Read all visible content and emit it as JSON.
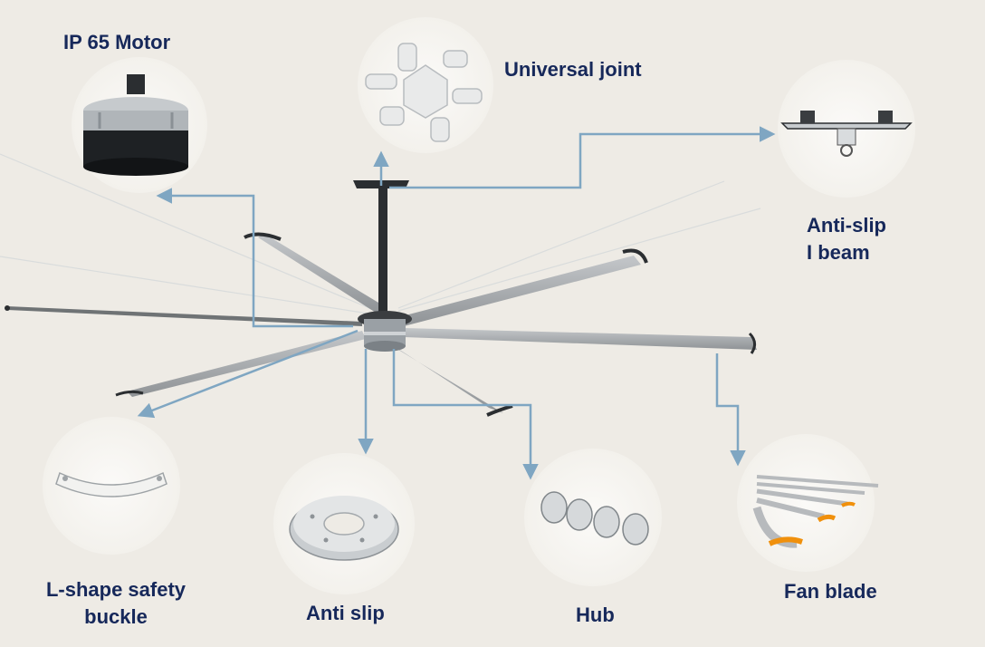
{
  "labels": {
    "motor": "IP 65 Motor",
    "universal_joint": "Universal joint",
    "i_beam_line1": "Anti-slip",
    "i_beam_line2": "I beam",
    "buckle_line1": "L-shape safety",
    "buckle_line2": "buckle",
    "anti_slip": "Anti slip",
    "hub": "Hub",
    "fan_blade": "Fan blade"
  },
  "colors": {
    "background": "#eeebe5",
    "circle": "#f7f6f3",
    "text": "#16285a",
    "arrow": "#7fa6c2",
    "blade": "#a9adb0",
    "dark": "#2b2e31",
    "accent": "#f0900c"
  },
  "icons": [
    "motor-icon",
    "universal-joint-icon",
    "i-beam-icon",
    "buckle-icon",
    "anti-slip-plate-icon",
    "hub-icon",
    "fan-blade-icon",
    "ceiling-fan-illustration"
  ]
}
